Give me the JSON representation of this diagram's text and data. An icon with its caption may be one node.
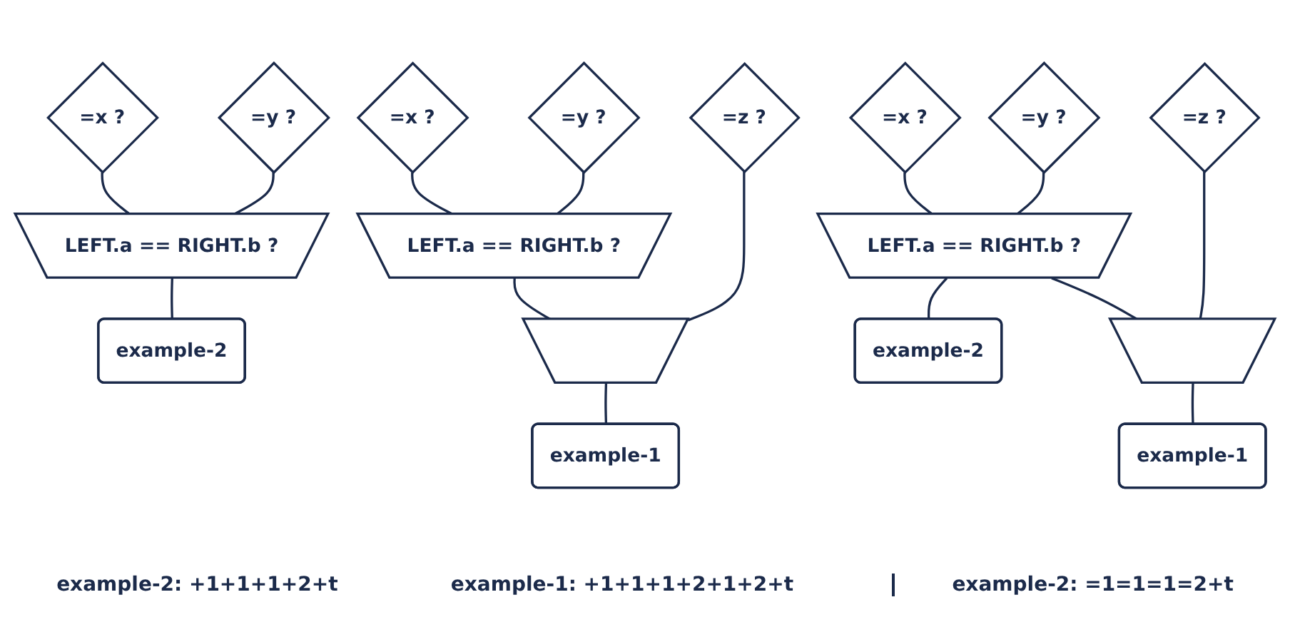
{
  "diagram": {
    "nodes": [
      {
        "text": [
          "=x ?"
        ]
      },
      {
        "text": [
          "=y ?"
        ]
      },
      {
        "text": [
          "LEFT.a == RIGHT.b ?"
        ]
      },
      {
        "text": [
          "example-2"
        ]
      },
      {
        "text": [
          "=x ?"
        ]
      },
      {
        "text": [
          "=y ?"
        ]
      },
      {
        "text": [
          "=z ?"
        ]
      },
      {
        "text": [
          "LEFT.a == RIGHT.b ?"
        ]
      },
      {
        "text": [],
        "shape": "trapezoid"
      },
      {
        "text": [
          "example-1"
        ]
      },
      {
        "text": [
          "=x ?"
        ]
      },
      {
        "text": [
          "=y ?"
        ]
      },
      {
        "text": [
          "=z ?"
        ]
      },
      {
        "text": [
          "LEFT.a == RIGHT.b ?"
        ]
      },
      {
        "text": [
          "example-2"
        ]
      },
      {
        "text": [],
        "shape": "trapezoid"
      },
      {
        "text": [
          "example-1"
        ]
      }
    ],
    "edges": [
      {
        "from": 0,
        "to": 2,
        "arrow": "none"
      },
      {
        "from": 1,
        "to": 2,
        "arrow": "none"
      },
      {
        "from": 2,
        "to": 3,
        "arrow": "none"
      },
      {
        "from": 4,
        "to": 7,
        "arrow": "none"
      },
      {
        "from": 5,
        "to": 7,
        "arrow": "none"
      },
      {
        "from": 7,
        "to": 8,
        "arrow": "none"
      },
      {
        "from": 6,
        "to": 8,
        "arrow": "none"
      },
      {
        "from": 8,
        "to": 9,
        "arrow": "none"
      },
      {
        "from": 10,
        "to": 13,
        "arrow": "none"
      },
      {
        "from": 11,
        "to": 13,
        "arrow": "none"
      },
      {
        "from": 13,
        "to": 14,
        "arrow": "none"
      },
      {
        "from": 13,
        "to": 15,
        "arrow": "none"
      },
      {
        "from": 12,
        "to": 15,
        "arrow": "none"
      },
      {
        "from": 15,
        "to": 16,
        "arrow": "none"
      }
    ],
    "labels": [
      "example-2: +1+1+1+2+t",
      "example-1: +1+1+1+2+1+2+t",
      "example-2: =1=1=1=2+t"
    ]
  }
}
